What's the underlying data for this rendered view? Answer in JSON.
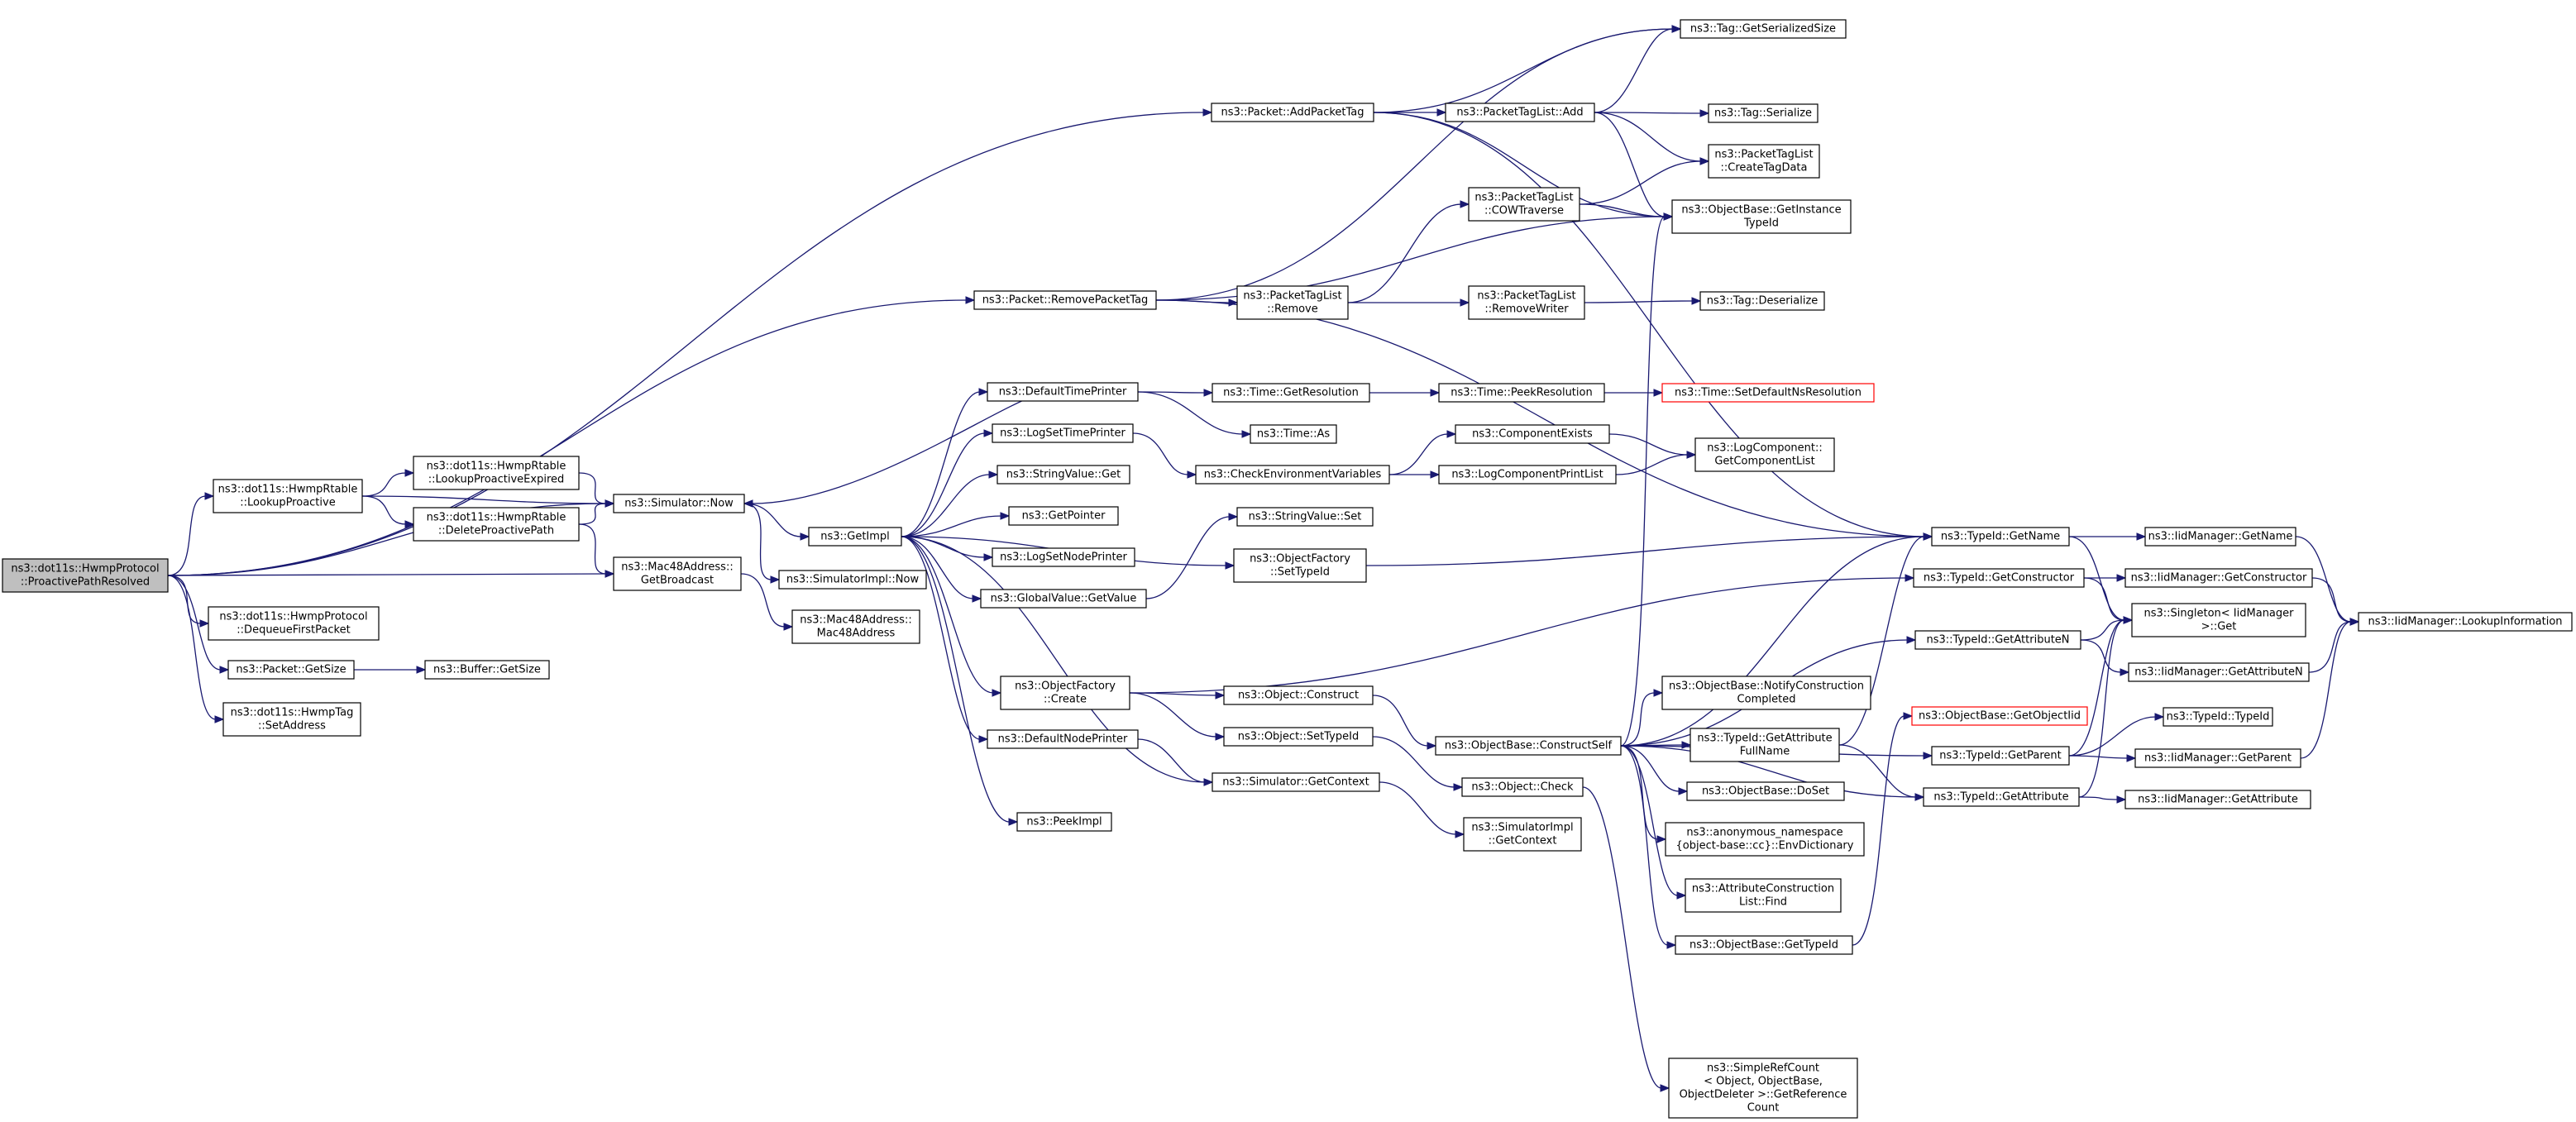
{
  "graph": {
    "colors": {
      "edge": "#191970",
      "root_fill": "#bfbfbf",
      "border": "#000000",
      "truncated_border": "#ff0000"
    },
    "nodes": [
      {
        "id": "root",
        "lines": [
          "ns3::dot11s::HwmpProtocol",
          "::ProactivePathResolved"
        ],
        "style": "root"
      },
      {
        "id": "lookupProactive",
        "lines": [
          "ns3::dot11s::HwmpRtable",
          "::LookupProactive"
        ]
      },
      {
        "id": "lookupProactiveExpired",
        "lines": [
          "ns3::dot11s::HwmpRtable",
          "::LookupProactiveExpired"
        ]
      },
      {
        "id": "deleteProactivePath",
        "lines": [
          "ns3::dot11s::HwmpRtable",
          "::DeleteProactivePath"
        ]
      },
      {
        "id": "simulatorNow",
        "lines": [
          "ns3::Simulator::Now"
        ]
      },
      {
        "id": "getBroadcast",
        "lines": [
          "ns3::Mac48Address::",
          "GetBroadcast"
        ]
      },
      {
        "id": "simulatorImplNow",
        "lines": [
          "ns3::SimulatorImpl::Now"
        ]
      },
      {
        "id": "mac48Ctor",
        "lines": [
          "ns3::Mac48Address::",
          "Mac48Address"
        ]
      },
      {
        "id": "dequeueFirstPacket",
        "lines": [
          "ns3::dot11s::HwmpProtocol",
          "::DequeueFirstPacket"
        ]
      },
      {
        "id": "packetGetSize",
        "lines": [
          "ns3::Packet::GetSize"
        ]
      },
      {
        "id": "bufferGetSize",
        "lines": [
          "ns3::Buffer::GetSize"
        ]
      },
      {
        "id": "hwmpTagSetAddress",
        "lines": [
          "ns3::dot11s::HwmpTag",
          "::SetAddress"
        ]
      },
      {
        "id": "getImpl",
        "lines": [
          "ns3::GetImpl"
        ]
      },
      {
        "id": "defaultTimePrinter",
        "lines": [
          "ns3::DefaultTimePrinter"
        ]
      },
      {
        "id": "logSetTimePrinter",
        "lines": [
          "ns3::LogSetTimePrinter"
        ]
      },
      {
        "id": "stringValueGet",
        "lines": [
          "ns3::StringValue::Get"
        ]
      },
      {
        "id": "getPointer",
        "lines": [
          "ns3::GetPointer"
        ]
      },
      {
        "id": "logSetNodePrinter",
        "lines": [
          "ns3::LogSetNodePrinter"
        ]
      },
      {
        "id": "globalValueGetValue",
        "lines": [
          "ns3::GlobalValue::GetValue"
        ]
      },
      {
        "id": "objectFactoryCreate",
        "lines": [
          "ns3::ObjectFactory",
          "::Create"
        ]
      },
      {
        "id": "defaultNodePrinter",
        "lines": [
          "ns3::DefaultNodePrinter"
        ]
      },
      {
        "id": "peekImpl",
        "lines": [
          "ns3::PeekImpl"
        ]
      },
      {
        "id": "packetAddPacketTag",
        "lines": [
          "ns3::Packet::AddPacketTag"
        ]
      },
      {
        "id": "packetRemovePacketTag",
        "lines": [
          "ns3::Packet::RemovePacketTag"
        ]
      },
      {
        "id": "packetTagListAdd",
        "lines": [
          "ns3::PacketTagList::Add"
        ]
      },
      {
        "id": "packetTagListCOWTraverse",
        "lines": [
          "ns3::PacketTagList",
          "::COWTraverse"
        ]
      },
      {
        "id": "packetTagListRemove",
        "lines": [
          "ns3::PacketTagList",
          "::Remove"
        ]
      },
      {
        "id": "packetTagListRemoveWriter",
        "lines": [
          "ns3::PacketTagList",
          "::RemoveWriter"
        ]
      },
      {
        "id": "tagGetSerializedSize",
        "lines": [
          "ns3::Tag::GetSerializedSize"
        ]
      },
      {
        "id": "tagSerialize",
        "lines": [
          "ns3::Tag::Serialize"
        ]
      },
      {
        "id": "packetTagListCreateTagData",
        "lines": [
          "ns3::PacketTagList",
          "::CreateTagData"
        ]
      },
      {
        "id": "objectBaseGetInstanceTypeId",
        "lines": [
          "ns3::ObjectBase::GetInstance",
          "TypeId"
        ]
      },
      {
        "id": "tagDeserialize",
        "lines": [
          "ns3::Tag::Deserialize"
        ]
      },
      {
        "id": "timeGetResolution",
        "lines": [
          "ns3::Time::GetResolution"
        ]
      },
      {
        "id": "timeAs",
        "lines": [
          "ns3::Time::As"
        ]
      },
      {
        "id": "timePeekResolution",
        "lines": [
          "ns3::Time::PeekResolution"
        ]
      },
      {
        "id": "timeSetDefaultNsResolution",
        "lines": [
          "ns3::Time::SetDefaultNsResolution"
        ],
        "style": "truncated"
      },
      {
        "id": "checkEnvironmentVariables",
        "lines": [
          "ns3::CheckEnvironmentVariables"
        ]
      },
      {
        "id": "componentExists",
        "lines": [
          "ns3::ComponentExists"
        ]
      },
      {
        "id": "logComponentPrintList",
        "lines": [
          "ns3::LogComponentPrintList"
        ]
      },
      {
        "id": "logComponentGetComponentList",
        "lines": [
          "ns3::LogComponent::",
          "GetComponentList"
        ]
      },
      {
        "id": "stringValueSet",
        "lines": [
          "ns3::StringValue::Set"
        ]
      },
      {
        "id": "objectFactorySetTypeId",
        "lines": [
          "ns3::ObjectFactory",
          "::SetTypeId"
        ]
      },
      {
        "id": "objectConstruct",
        "lines": [
          "ns3::Object::Construct"
        ]
      },
      {
        "id": "objectSetTypeId",
        "lines": [
          "ns3::Object::SetTypeId"
        ]
      },
      {
        "id": "simulatorGetContext",
        "lines": [
          "ns3::Simulator::GetContext"
        ]
      },
      {
        "id": "objectCheck",
        "lines": [
          "ns3::Object::Check"
        ]
      },
      {
        "id": "simulatorImplGetContext",
        "lines": [
          "ns3::SimulatorImpl",
          "::GetContext"
        ]
      },
      {
        "id": "objectBaseConstructSelf",
        "lines": [
          "ns3::ObjectBase::ConstructSelf"
        ]
      },
      {
        "id": "objectBaseNotifyConstructionCompleted",
        "lines": [
          "ns3::ObjectBase::NotifyConstruction",
          "Completed"
        ]
      },
      {
        "id": "typeIdGetAttributeFullName",
        "lines": [
          "ns3::TypeId::GetAttribute",
          "FullName"
        ]
      },
      {
        "id": "objectBaseDoSet",
        "lines": [
          "ns3::ObjectBase::DoSet"
        ]
      },
      {
        "id": "envDictionary",
        "lines": [
          "ns3::anonymous_namespace",
          "{object-base::cc}::EnvDictionary"
        ]
      },
      {
        "id": "attributeConstructionListFind",
        "lines": [
          "ns3::AttributeConstruction",
          "List::Find"
        ]
      },
      {
        "id": "objectBaseGetTypeId",
        "lines": [
          "ns3::ObjectBase::GetTypeId"
        ]
      },
      {
        "id": "simpleRefCountGetReferenceCount",
        "lines": [
          "ns3::SimpleRefCount",
          "< Object, ObjectBase,",
          "ObjectDeleter >::GetReference",
          "Count"
        ]
      },
      {
        "id": "objectBaseGetObjectIid",
        "lines": [
          "ns3::ObjectBase::GetObjectIid"
        ],
        "style": "truncated"
      },
      {
        "id": "typeIdGetName",
        "lines": [
          "ns3::TypeId::GetName"
        ]
      },
      {
        "id": "typeIdGetConstructor",
        "lines": [
          "ns3::TypeId::GetConstructor"
        ]
      },
      {
        "id": "typeIdGetAttributeN",
        "lines": [
          "ns3::TypeId::GetAttributeN"
        ]
      },
      {
        "id": "typeIdGetParent",
        "lines": [
          "ns3::TypeId::GetParent"
        ]
      },
      {
        "id": "typeIdGetAttribute",
        "lines": [
          "ns3::TypeId::GetAttribute"
        ]
      },
      {
        "id": "iidManagerGetName",
        "lines": [
          "ns3::IidManager::GetName"
        ]
      },
      {
        "id": "iidManagerGetConstructor",
        "lines": [
          "ns3::IidManager::GetConstructor"
        ]
      },
      {
        "id": "singletonIidManagerGet",
        "lines": [
          "ns3::Singleton< IidManager",
          ">::Get"
        ]
      },
      {
        "id": "iidManagerGetAttributeN",
        "lines": [
          "ns3::IidManager::GetAttributeN"
        ]
      },
      {
        "id": "typeIdTypeId",
        "lines": [
          "ns3::TypeId::TypeId"
        ]
      },
      {
        "id": "iidManagerGetParent",
        "lines": [
          "ns3::IidManager::GetParent"
        ]
      },
      {
        "id": "iidManagerGetAttribute",
        "lines": [
          "ns3::IidManager::GetAttribute"
        ]
      },
      {
        "id": "iidManagerLookupInformation",
        "lines": [
          "ns3::IidManager::LookupInformation"
        ]
      }
    ],
    "edges": [
      [
        "root",
        "packetAddPacketTag"
      ],
      [
        "root",
        "packetRemovePacketTag"
      ],
      [
        "root",
        "lookupProactive"
      ],
      [
        "root",
        "simulatorNow"
      ],
      [
        "root",
        "getBroadcast"
      ],
      [
        "root",
        "dequeueFirstPacket"
      ],
      [
        "root",
        "packetGetSize"
      ],
      [
        "root",
        "hwmpTagSetAddress"
      ],
      [
        "lookupProactive",
        "lookupProactiveExpired"
      ],
      [
        "lookupProactive",
        "deleteProactivePath"
      ],
      [
        "lookupProactive",
        "simulatorNow"
      ],
      [
        "lookupProactiveExpired",
        "simulatorNow"
      ],
      [
        "deleteProactivePath",
        "simulatorNow"
      ],
      [
        "deleteProactivePath",
        "getBroadcast"
      ],
      [
        "simulatorNow",
        "getImpl"
      ],
      [
        "simulatorNow",
        "simulatorImplNow"
      ],
      [
        "getBroadcast",
        "mac48Ctor"
      ],
      [
        "packetGetSize",
        "bufferGetSize"
      ],
      [
        "getImpl",
        "defaultTimePrinter"
      ],
      [
        "getImpl",
        "logSetTimePrinter"
      ],
      [
        "getImpl",
        "stringValueGet"
      ],
      [
        "getImpl",
        "getPointer"
      ],
      [
        "getImpl",
        "logSetNodePrinter"
      ],
      [
        "getImpl",
        "globalValueGetValue"
      ],
      [
        "getImpl",
        "objectFactoryCreate"
      ],
      [
        "getImpl",
        "defaultNodePrinter"
      ],
      [
        "getImpl",
        "simulatorGetContext"
      ],
      [
        "getImpl",
        "peekImpl"
      ],
      [
        "getImpl",
        "objectFactorySetTypeId"
      ],
      [
        "defaultTimePrinter",
        "simulatorNow"
      ],
      [
        "defaultTimePrinter",
        "timeGetResolution"
      ],
      [
        "defaultTimePrinter",
        "timeAs"
      ],
      [
        "logSetTimePrinter",
        "checkEnvironmentVariables"
      ],
      [
        "globalValueGetValue",
        "stringValueSet"
      ],
      [
        "objectFactoryCreate",
        "objectConstruct"
      ],
      [
        "objectFactoryCreate",
        "objectSetTypeId"
      ],
      [
        "objectFactoryCreate",
        "typeIdGetConstructor"
      ],
      [
        "defaultNodePrinter",
        "simulatorGetContext"
      ],
      [
        "packetAddPacketTag",
        "tagGetSerializedSize"
      ],
      [
        "packetAddPacketTag",
        "packetTagListAdd"
      ],
      [
        "packetAddPacketTag",
        "objectBaseGetInstanceTypeId"
      ],
      [
        "packetAddPacketTag",
        "typeIdGetName"
      ],
      [
        "packetRemovePacketTag",
        "tagGetSerializedSize"
      ],
      [
        "packetRemovePacketTag",
        "packetTagListRemove"
      ],
      [
        "packetRemovePacketTag",
        "objectBaseGetInstanceTypeId"
      ],
      [
        "packetRemovePacketTag",
        "typeIdGetName"
      ],
      [
        "packetTagListAdd",
        "tagGetSerializedSize"
      ],
      [
        "packetTagListAdd",
        "tagSerialize"
      ],
      [
        "packetTagListAdd",
        "packetTagListCreateTagData"
      ],
      [
        "packetTagListAdd",
        "objectBaseGetInstanceTypeId"
      ],
      [
        "packetTagListRemove",
        "packetTagListCOWTraverse"
      ],
      [
        "packetTagListRemove",
        "packetTagListRemoveWriter"
      ],
      [
        "packetTagListCOWTraverse",
        "packetTagListCreateTagData"
      ],
      [
        "packetTagListCOWTraverse",
        "objectBaseGetInstanceTypeId"
      ],
      [
        "packetTagListRemoveWriter",
        "tagDeserialize"
      ],
      [
        "timeGetResolution",
        "timePeekResolution"
      ],
      [
        "timePeekResolution",
        "timeSetDefaultNsResolution"
      ],
      [
        "checkEnvironmentVariables",
        "componentExists"
      ],
      [
        "checkEnvironmentVariables",
        "logComponentPrintList"
      ],
      [
        "componentExists",
        "logComponentGetComponentList"
      ],
      [
        "logComponentPrintList",
        "logComponentGetComponentList"
      ],
      [
        "objectFactorySetTypeId",
        "typeIdGetName"
      ],
      [
        "objectConstruct",
        "objectBaseConstructSelf"
      ],
      [
        "objectSetTypeId",
        "objectCheck"
      ],
      [
        "simulatorGetContext",
        "simulatorImplGetContext"
      ],
      [
        "objectCheck",
        "simpleRefCountGetReferenceCount"
      ],
      [
        "objectBaseConstructSelf",
        "objectBaseGetInstanceTypeId"
      ],
      [
        "objectBaseConstructSelf",
        "typeIdGetName"
      ],
      [
        "objectBaseConstructSelf",
        "typeIdGetAttributeN"
      ],
      [
        "objectBaseConstructSelf",
        "objectBaseNotifyConstructionCompleted"
      ],
      [
        "objectBaseConstructSelf",
        "typeIdGetAttributeFullName"
      ],
      [
        "objectBaseConstructSelf",
        "objectBaseDoSet"
      ],
      [
        "objectBaseConstructSelf",
        "envDictionary"
      ],
      [
        "objectBaseConstructSelf",
        "attributeConstructionListFind"
      ],
      [
        "objectBaseConstructSelf",
        "objectBaseGetTypeId"
      ],
      [
        "objectBaseConstructSelf",
        "typeIdGetParent"
      ],
      [
        "objectBaseConstructSelf",
        "typeIdGetAttribute"
      ],
      [
        "typeIdGetAttributeFullName",
        "typeIdGetName"
      ],
      [
        "typeIdGetAttributeFullName",
        "typeIdGetAttribute"
      ],
      [
        "objectBaseGetTypeId",
        "objectBaseGetObjectIid"
      ],
      [
        "typeIdGetName",
        "iidManagerGetName"
      ],
      [
        "typeIdGetName",
        "singletonIidManagerGet"
      ],
      [
        "typeIdGetConstructor",
        "iidManagerGetConstructor"
      ],
      [
        "typeIdGetConstructor",
        "singletonIidManagerGet"
      ],
      [
        "typeIdGetAttributeN",
        "singletonIidManagerGet"
      ],
      [
        "typeIdGetAttributeN",
        "iidManagerGetAttributeN"
      ],
      [
        "typeIdGetParent",
        "typeIdTypeId"
      ],
      [
        "typeIdGetParent",
        "singletonIidManagerGet"
      ],
      [
        "typeIdGetParent",
        "iidManagerGetParent"
      ],
      [
        "typeIdGetAttribute",
        "singletonIidManagerGet"
      ],
      [
        "typeIdGetAttribute",
        "iidManagerGetAttribute"
      ],
      [
        "iidManagerGetName",
        "iidManagerLookupInformation"
      ],
      [
        "iidManagerGetConstructor",
        "iidManagerLookupInformation"
      ],
      [
        "iidManagerGetAttributeN",
        "iidManagerLookupInformation"
      ],
      [
        "iidManagerGetParent",
        "iidManagerLookupInformation"
      ]
    ]
  }
}
